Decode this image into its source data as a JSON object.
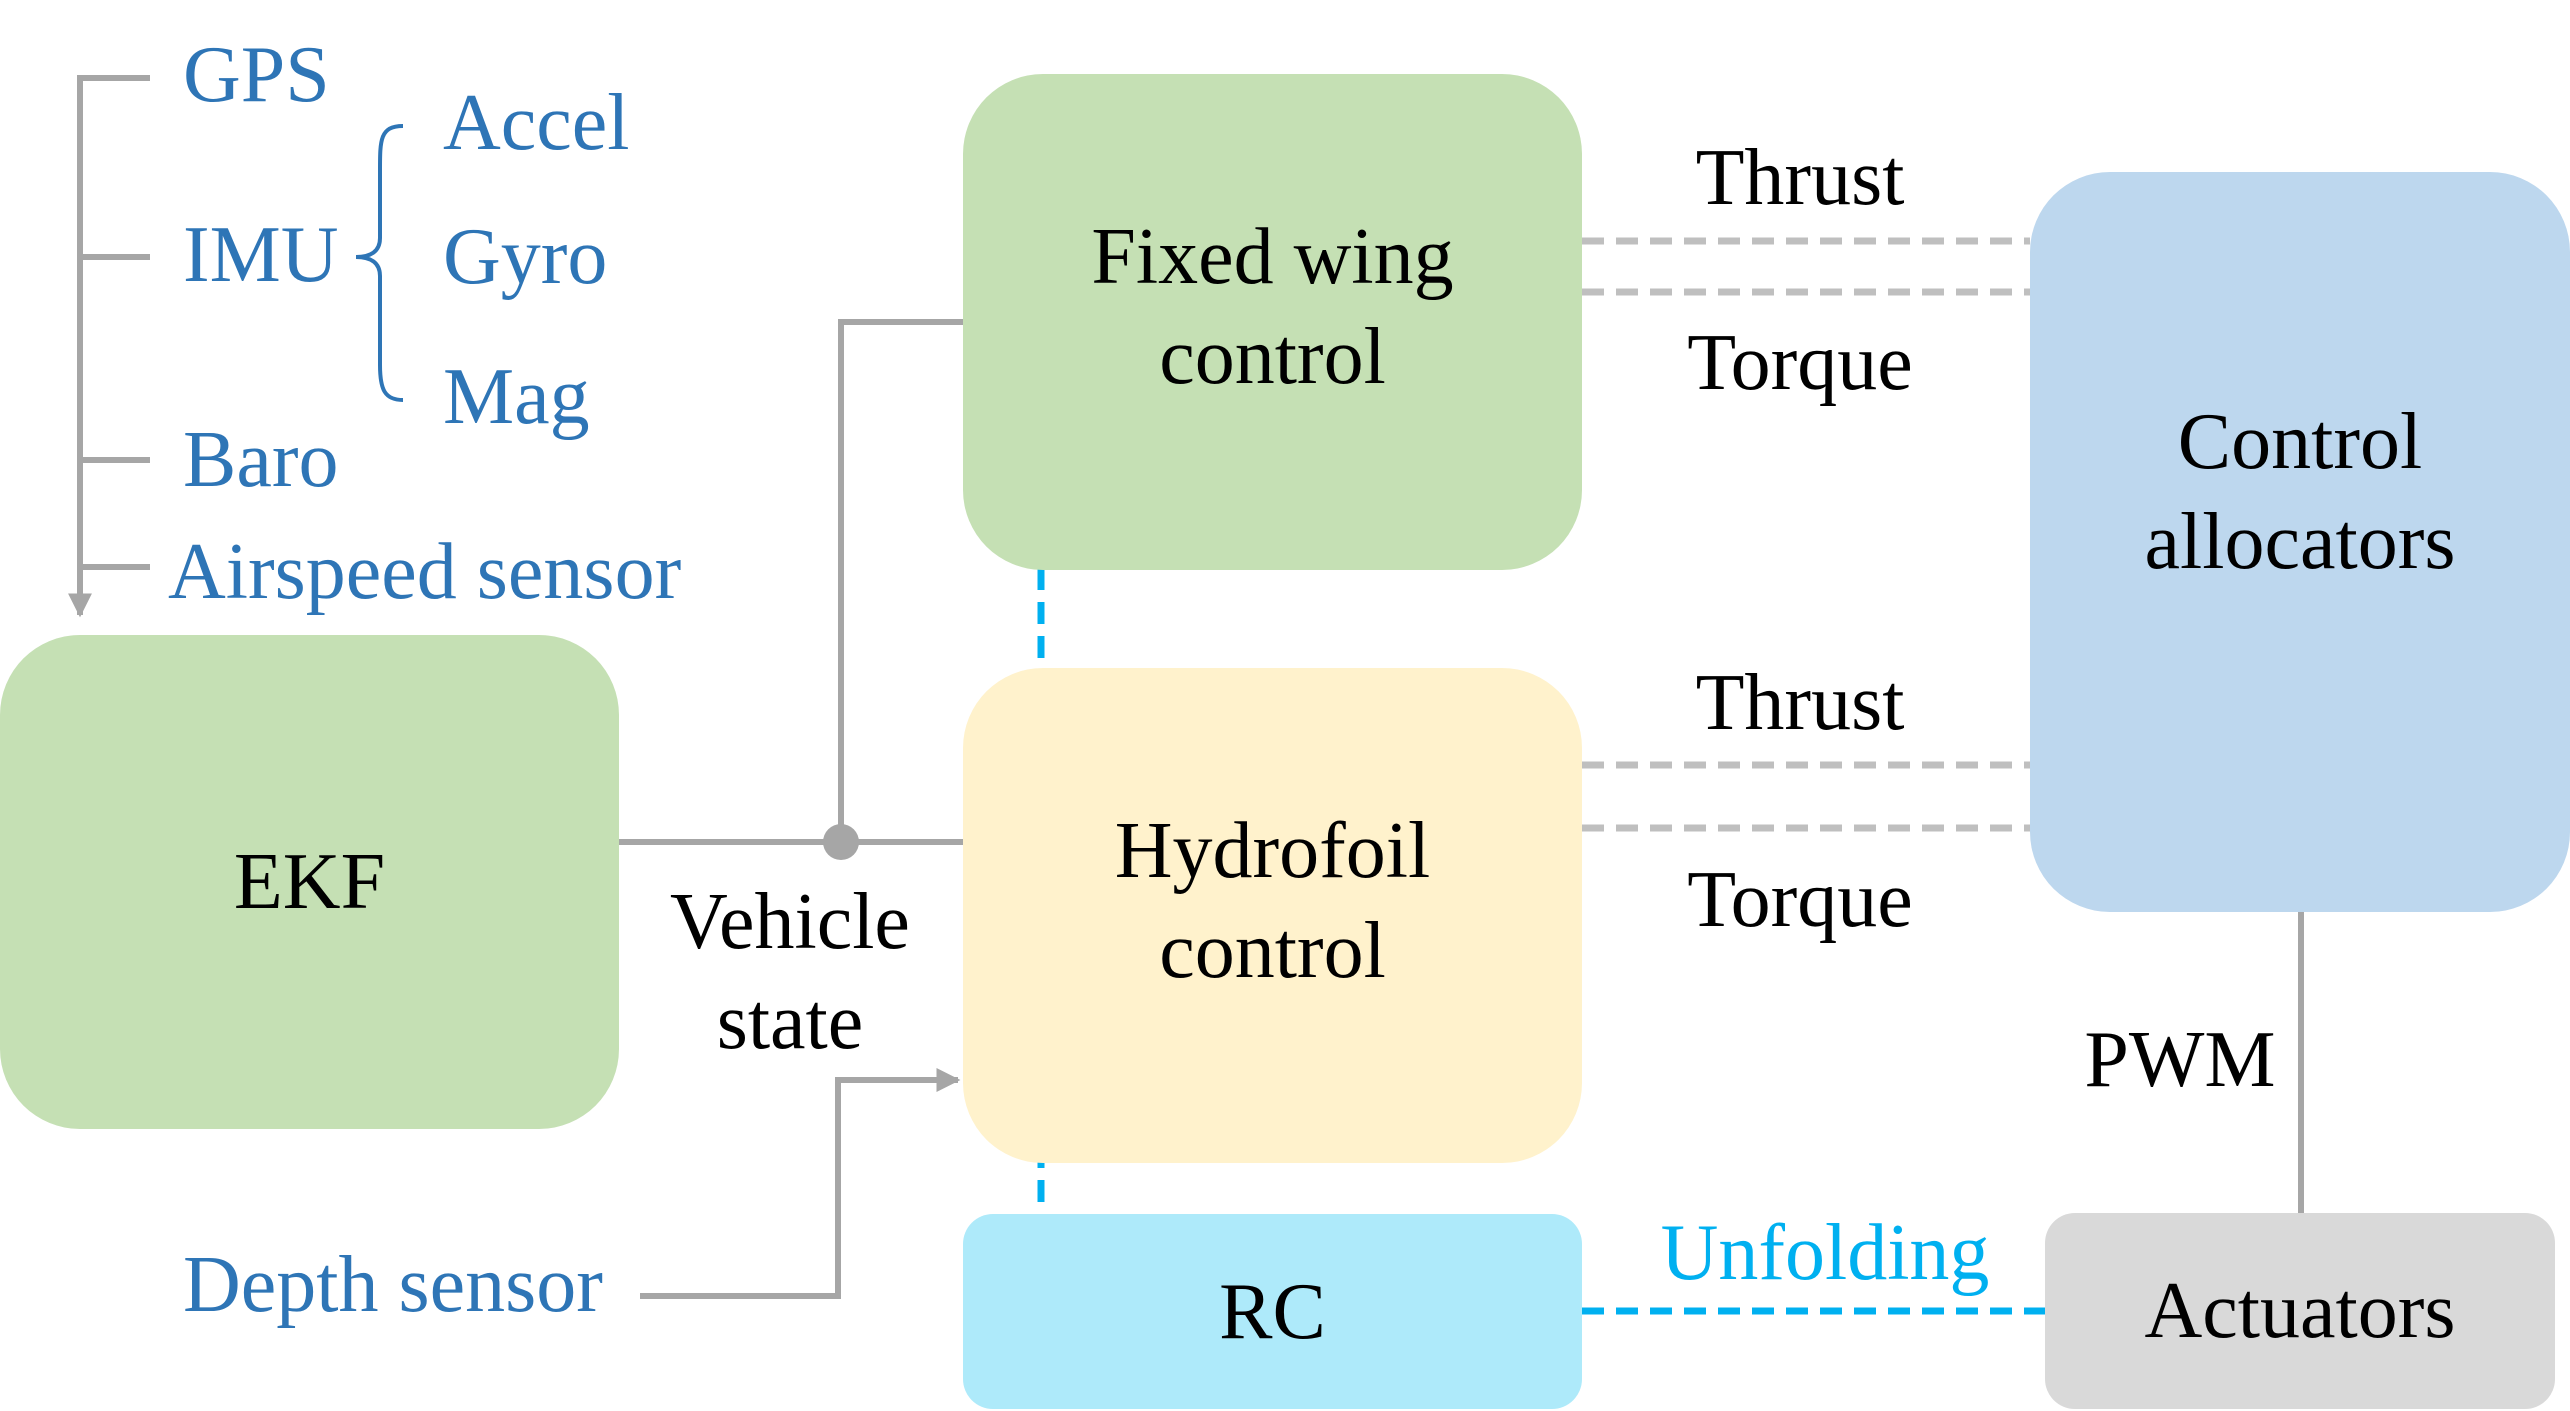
{
  "colors": {
    "green_box": "#c5e0b4",
    "yellow_box": "#fff2cc",
    "blue_box": "#bdd7ee",
    "cyan_box": "#aeeafa",
    "gray_box": "#d9d9d9",
    "sensor_text": "#2e75b6",
    "wire_gray": "#a6a6a6",
    "dash_gray": "#bfbfbf",
    "signal_blue": "#00b0f0"
  },
  "blocks": {
    "ekf": "EKF",
    "fixed_wing": "Fixed wing\ncontrol",
    "hydrofoil": "Hydrofoil\ncontrol",
    "rc": "RC",
    "allocators": "Control\nallocators",
    "actuators": "Actuators"
  },
  "sensors": {
    "gps": "GPS",
    "imu": "IMU",
    "accel": "Accel",
    "gyro": "Gyro",
    "mag": "Mag",
    "baro": "Baro",
    "airspeed": "Airspeed sensor",
    "depth": "Depth sensor"
  },
  "edges": {
    "vehicle_state": "Vehicle\nstate",
    "thrust_top": "Thrust",
    "torque_top": "Torque",
    "thrust_bottom": "Thrust",
    "torque_bottom": "Torque",
    "pwm": "PWM",
    "unfolding": "Unfolding"
  }
}
